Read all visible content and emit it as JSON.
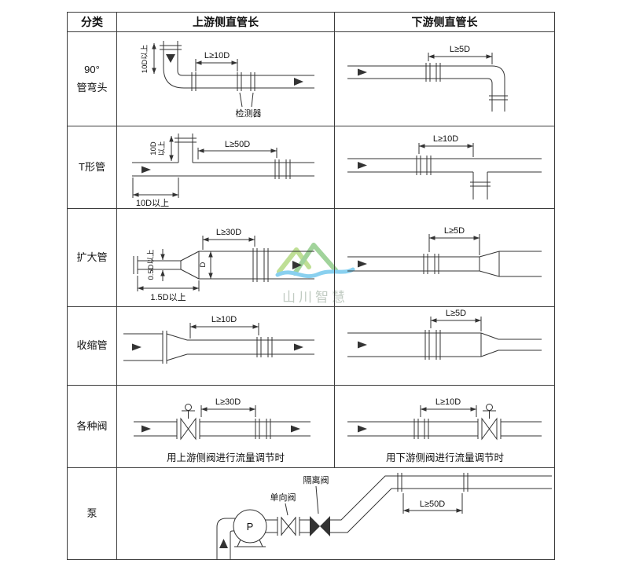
{
  "table": {
    "header": [
      "分类",
      "上游侧直管长",
      "下游侧直管长"
    ]
  },
  "categories": {
    "elbow": "90°\n管弯头",
    "tee": "T形管",
    "expander": "扩大管",
    "reducer": "收缩管",
    "valves": "各种阀",
    "pump": "泵"
  },
  "diagrams": {
    "elbow_up": {
      "dim_l": "L≥10D",
      "dim_v": "10D以上",
      "detector_label": "检测器"
    },
    "elbow_down": {
      "dim_l": "L≥5D"
    },
    "tee_up": {
      "dim_l": "L≥50D",
      "dim_v1": "10D",
      "dim_v2": "以上",
      "dim_h": "10D以上"
    },
    "tee_down": {
      "dim_l": "L≥10D"
    },
    "expander_up": {
      "dim_l": "L≥30D",
      "dim_small": "0.5D以上",
      "dim_d": "D",
      "dim_h": "1.5D以上"
    },
    "expander_down": {
      "dim_l": "L≥5D"
    },
    "reducer_up": {
      "dim_l": "L≥10D"
    },
    "reducer_down": {
      "dim_l": "L≥5D"
    },
    "valves_up": {
      "dim_l": "L≥30D",
      "caption": "用上游侧阀进行流量调节时"
    },
    "valves_down": {
      "dim_l": "L≥10D",
      "caption": "用下游侧阀进行流量调节时"
    },
    "pump": {
      "dim_l": "L≥50D",
      "isolation_valve_label": "隔离阀",
      "check_valve_label": "单向阀",
      "pump_letter": "P"
    }
  },
  "watermark": {
    "text": "山川智慧",
    "green_light": "#8CC63F",
    "green_dark": "#55B04B",
    "blue": "#29ABE2",
    "text_color": "#8FA292"
  }
}
